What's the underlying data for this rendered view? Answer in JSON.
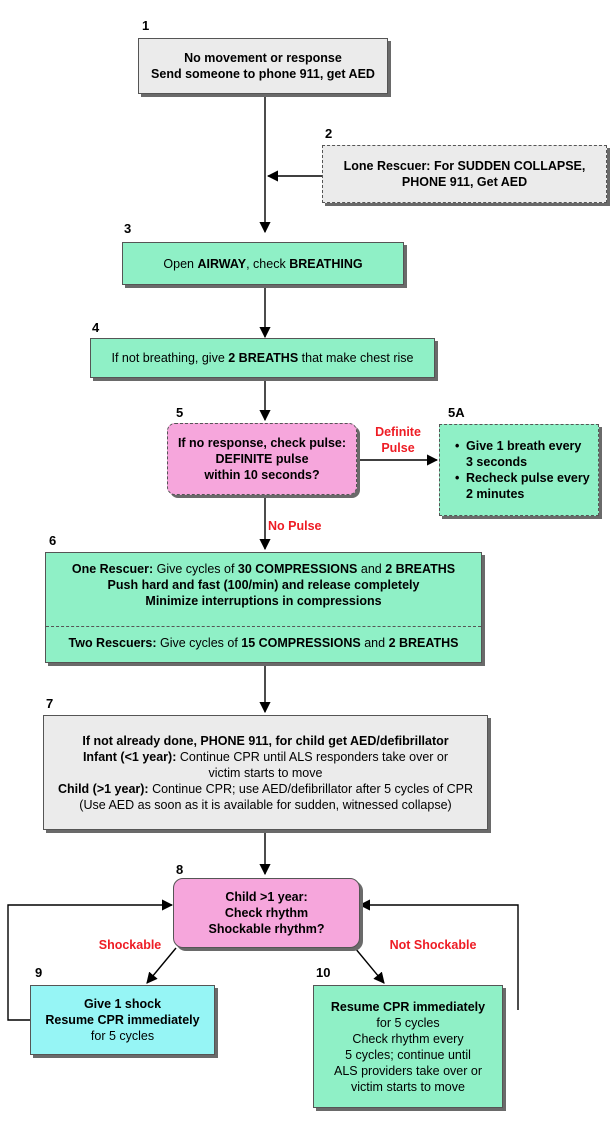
{
  "steps": {
    "s1": {
      "num": "1",
      "line1": "No movement or response",
      "line2": "Send someone to phone 911, get AED"
    },
    "s2": {
      "num": "2",
      "line1": "Lone Rescuer: For SUDDEN COLLAPSE,",
      "line2": "PHONE 911, Get AED"
    },
    "s3": {
      "num": "3",
      "pre": "Open ",
      "airway": "AIRWAY",
      "mid": ", check ",
      "breathing": "BREATHING"
    },
    "s4": {
      "num": "4",
      "pre": "If not breathing, give ",
      "bold": "2 BREATHS",
      "post": " that make chest rise"
    },
    "s5": {
      "num": "5",
      "line1": "If no response, check pulse:",
      "line2": "DEFINITE pulse",
      "line3": "within 10 seconds?"
    },
    "s5a": {
      "num": "5A",
      "bullet1": "Give 1 breath every",
      "bullet1b": "3 seconds",
      "bullet2": "Recheck pulse every",
      "bullet2b": "2 minutes"
    },
    "s6": {
      "num": "6",
      "one_label": "One Rescuer:",
      "one_text1": " Give cycles of ",
      "one_bold1": "30 COMPRESSIONS",
      "one_text2": " and ",
      "one_bold2": "2 BREATHS",
      "line2": "Push hard and fast (100/min) and release completely",
      "line3": "Minimize interruptions in compressions",
      "two_label": "Two Rescuers:",
      "two_text1": " Give cycles of ",
      "two_bold1": "15 COMPRESSIONS",
      "two_text2": " and ",
      "two_bold2": "2 BREATHS"
    },
    "s7": {
      "num": "7",
      "line1": "If not already done, PHONE 911, for child get AED/defibrillator",
      "infant_label": "Infant (<1 year):",
      "infant_text": " Continue CPR until ALS responders take over or",
      "infant_text2": "victim starts to move",
      "child_label": "Child (>1 year):",
      "child_text": " Continue CPR; use AED/defibrillator after 5 cycles of CPR",
      "line5": "(Use AED as soon as it is available for sudden, witnessed collapse)"
    },
    "s8": {
      "num": "8",
      "line1": "Child >1 year:",
      "line2": "Check rhythm",
      "line3": "Shockable rhythm?"
    },
    "s9": {
      "num": "9",
      "line1": "Give 1 shock",
      "line2": "Resume CPR immediately",
      "line3": "for 5 cycles"
    },
    "s10": {
      "num": "10",
      "line1": "Resume CPR immediately",
      "line2": "for 5 cycles",
      "line3": "Check rhythm every",
      "line4": "5 cycles; continue until",
      "line5": "ALS providers take over or",
      "line6": "victim starts to move"
    }
  },
  "labels": {
    "definite_pulse_1": "Definite",
    "definite_pulse_2": "Pulse",
    "no_pulse": "No Pulse",
    "shockable": "Shockable",
    "not_shockable": "Not Shockable"
  },
  "colors": {
    "gray_box": "#ebebeb",
    "green_box": "#8ff0c6",
    "pink_box": "#f6a6dc",
    "cyan_box": "#96f5f5",
    "label_red": "#ee1c24"
  }
}
